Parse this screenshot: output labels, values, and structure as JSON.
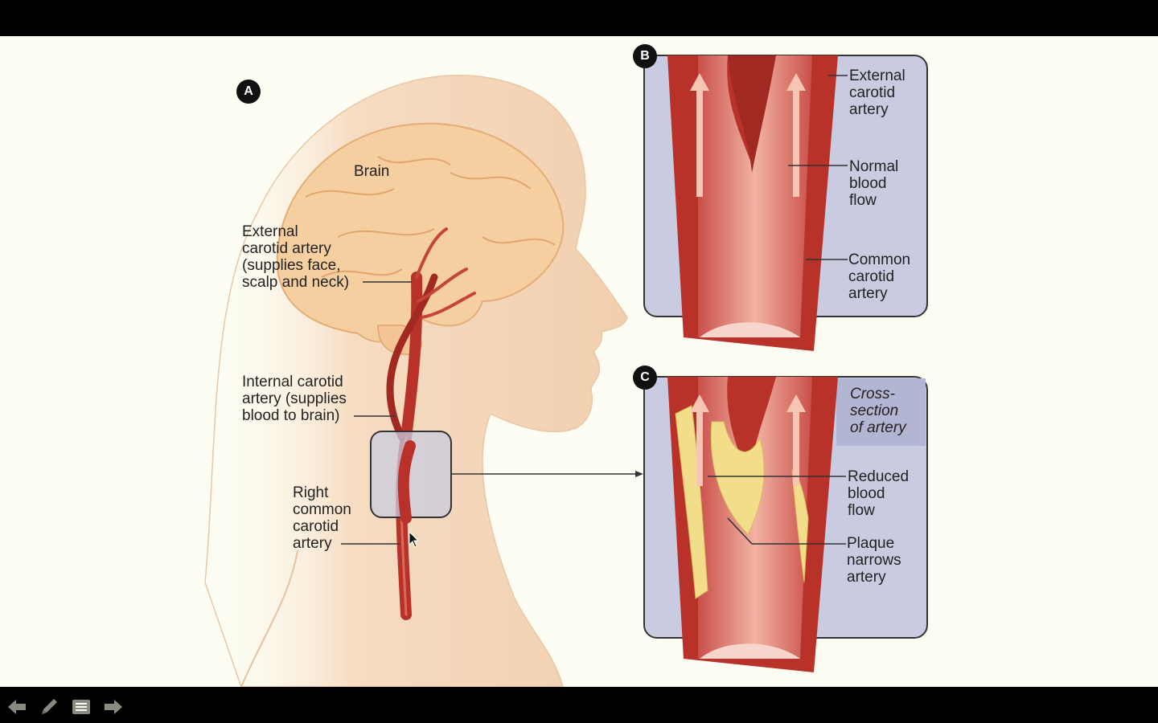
{
  "panels": {
    "a": {
      "badge": "A"
    },
    "b": {
      "badge": "B"
    },
    "c": {
      "badge": "C"
    }
  },
  "labels": {
    "brain": "Brain",
    "external_carotid_a": "External\ncarotid artery\n(supplies face,\nscalp and neck)",
    "internal_carotid": "Internal carotid\nartery (supplies\nblood to brain)",
    "right_common_carotid": "Right\ncommon\ncarotid\nartery",
    "external_carotid_b": "External\ncarotid\nartery",
    "normal_flow": "Normal\nblood\nflow",
    "common_carotid_b": "Common\ncarotid\nartery",
    "cross_section": "Cross-\nsection\nof artery",
    "reduced_flow": "Reduced\nblood\nflow",
    "plaque": "Plaque\nnarrows\nartery"
  },
  "toolbar": {
    "icons": [
      "arrow-left-icon",
      "pencil-icon",
      "menu-icon",
      "arrow-right-icon"
    ]
  },
  "colors": {
    "background": "#fdfdf3",
    "skin": "#f7dcc0",
    "brain": "#f6cfa0",
    "artery": "#b8322a",
    "artery_light": "#e8806e",
    "panel": "#c9cbe0",
    "plaque": "#f2de8a"
  }
}
